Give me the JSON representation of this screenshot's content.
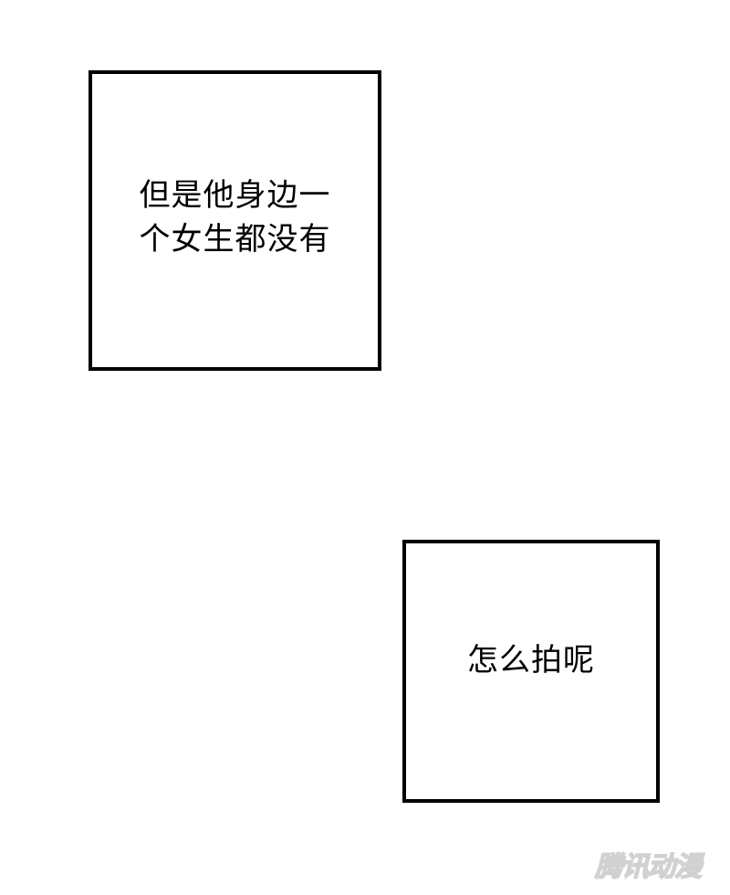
{
  "page": {
    "background": "#ffffff"
  },
  "panels": [
    {
      "lines": [
        "但是他身边一",
        "个女生都没有"
      ]
    },
    {
      "lines": [
        "怎么拍呢"
      ]
    }
  ],
  "watermark": {
    "text": "腾讯动漫",
    "color": "#cfcfcf"
  }
}
